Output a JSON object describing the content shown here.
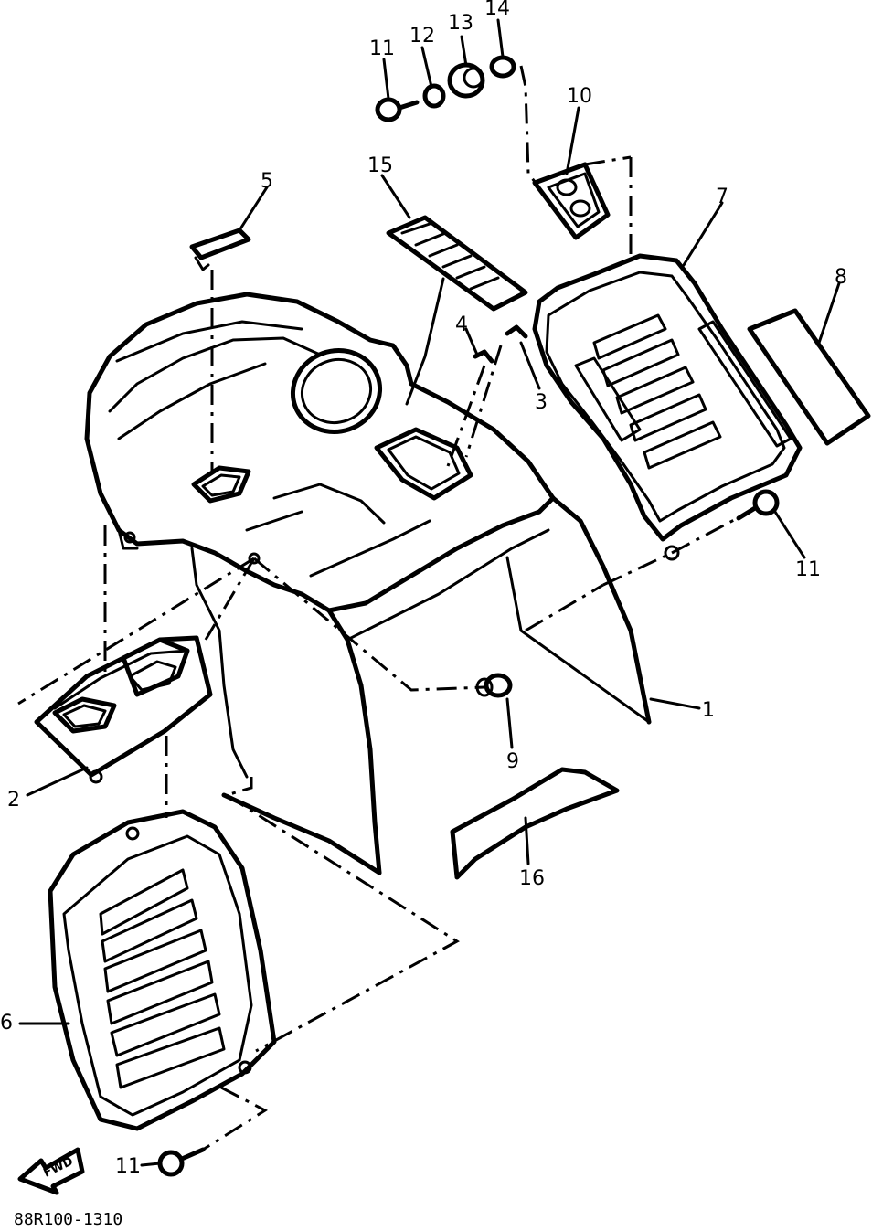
{
  "diagram": {
    "drawing_code": "88R100-1310",
    "forward_marker": "FWD",
    "callouts": [
      {
        "id": "c1",
        "label": "1"
      },
      {
        "id": "c2",
        "label": "2"
      },
      {
        "id": "c3",
        "label": "3"
      },
      {
        "id": "c4",
        "label": "4"
      },
      {
        "id": "c5",
        "label": "5"
      },
      {
        "id": "c6",
        "label": "6"
      },
      {
        "id": "c7",
        "label": "7"
      },
      {
        "id": "c8",
        "label": "8"
      },
      {
        "id": "c9",
        "label": "9"
      },
      {
        "id": "c10",
        "label": "10"
      },
      {
        "id": "c11a",
        "label": "11"
      },
      {
        "id": "c11b",
        "label": "11"
      },
      {
        "id": "c11c",
        "label": "11"
      },
      {
        "id": "c12",
        "label": "12"
      },
      {
        "id": "c13",
        "label": "13"
      },
      {
        "id": "c14",
        "label": "14"
      },
      {
        "id": "c15",
        "label": "15"
      },
      {
        "id": "c16",
        "label": "16"
      }
    ]
  }
}
